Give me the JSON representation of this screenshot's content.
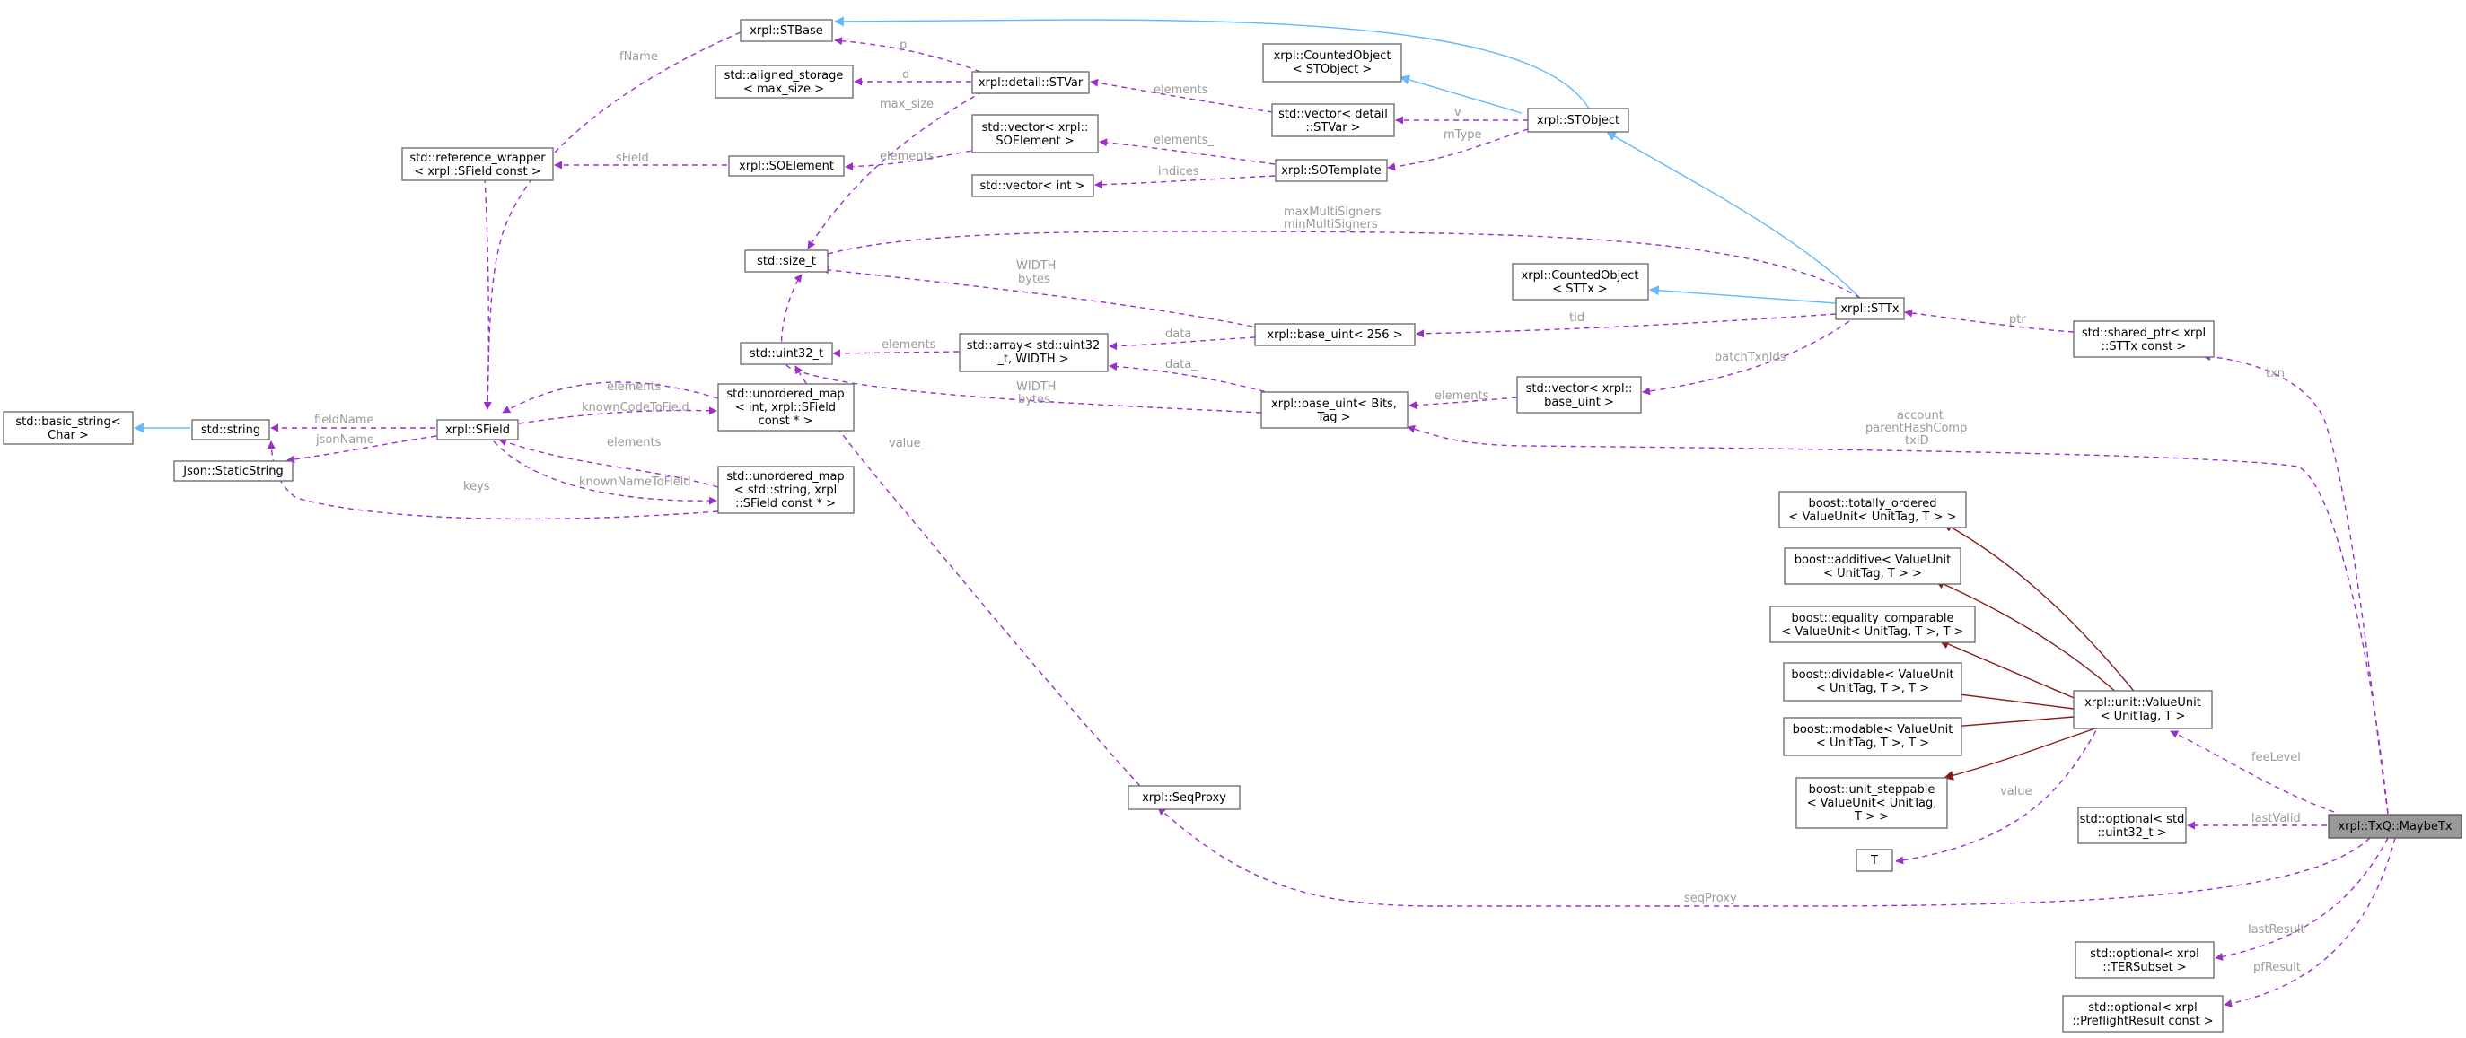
{
  "colors": {
    "usage": "#9a30cc",
    "public_inheritance": "#63b8ff",
    "crtp_inheritance": "#8b1a1a",
    "node_border": "#666666",
    "focus_fill": "#999999",
    "label": "#9a9a9a"
  },
  "nodes": {
    "basic_string": [
      "std::basic_string<",
      "Char >"
    ],
    "string": [
      "std::string"
    ],
    "json_static_string": [
      "Json::StaticString"
    ],
    "reference_wrapper": [
      "std::reference_wrapper",
      "< xrpl::SField const >"
    ],
    "sfield": [
      "xrpl::SField"
    ],
    "stbase": [
      "xrpl::STBase"
    ],
    "aligned_storage": [
      "std::aligned_storage",
      "< max_size >"
    ],
    "soelement": [
      "xrpl::SOElement"
    ],
    "size_t": [
      "std::size_t"
    ],
    "uint32_t": [
      "std::uint32_t"
    ],
    "umap_int": [
      "std::unordered_map",
      "< int, xrpl::SField",
      "const * >"
    ],
    "umap_string": [
      "std::unordered_map",
      "< std::string, xrpl",
      "::SField const * >"
    ],
    "stvar": [
      "xrpl::detail::STVar"
    ],
    "vector_soelement": [
      "std::vector< xrpl::",
      "SOElement >"
    ],
    "vector_int": [
      "std::vector< int >"
    ],
    "array_uint32": [
      "std::array< std::uint32",
      "_t, WIDTH >"
    ],
    "seqproxy": [
      "xrpl::SeqProxy"
    ],
    "counted_stobject": [
      "xrpl::CountedObject",
      "< STObject >"
    ],
    "vector_stvar": [
      "std::vector< detail",
      "::STVar >"
    ],
    "sotemplate": [
      "xrpl::SOTemplate"
    ],
    "base_uint_256": [
      "xrpl::base_uint< 256 >"
    ],
    "base_uint_bits": [
      "xrpl::base_uint< Bits,",
      "Tag >"
    ],
    "stobject": [
      "xrpl::STObject"
    ],
    "counted_sttx": [
      "xrpl::CountedObject",
      "< STTx >"
    ],
    "vector_base_uint": [
      "std::vector< xrpl::",
      "base_uint >"
    ],
    "sttx": [
      "xrpl::STTx"
    ],
    "shared_ptr_sttx": [
      "std::shared_ptr< xrpl",
      "::STTx const >"
    ],
    "totally_ordered": [
      "boost::totally_ordered",
      "< ValueUnit< UnitTag, T > >"
    ],
    "additive": [
      "boost::additive< ValueUnit",
      "< UnitTag, T > >"
    ],
    "equality_comparable": [
      "boost::equality_comparable",
      "< ValueUnit< UnitTag, T >, T >"
    ],
    "dividable": [
      "boost::dividable< ValueUnit",
      "< UnitTag, T >, T >"
    ],
    "modable": [
      "boost::modable< ValueUnit",
      "< UnitTag, T >, T >"
    ],
    "unit_steppable": [
      "boost::unit_steppable",
      "< ValueUnit< UnitTag,",
      "T > >"
    ],
    "t": [
      "T"
    ],
    "valueunit": [
      "xrpl::unit::ValueUnit",
      "< UnitTag, T >"
    ],
    "optional_uint32": [
      "std::optional< std",
      "::uint32_t >"
    ],
    "optional_tersubset": [
      "std::optional< xrpl",
      "::TERSubset >"
    ],
    "optional_preflight": [
      "std::optional< xrpl",
      "::PreflightResult const >"
    ],
    "maybetx": [
      "xrpl::TxQ::MaybeTx"
    ]
  },
  "edge_labels": {
    "fname": "fName",
    "fieldname": "fieldName",
    "jsonname": "jsonName",
    "sfield_ref": "sField",
    "keys": "keys",
    "elements_umap_int": "elements",
    "knowncodetofield": "knownCodeToField",
    "elements_umap_str": "elements",
    "knownnametofield": "knownNameToField",
    "p": "p",
    "d": "d",
    "max_size": "max_size",
    "elements_soelement": "elements",
    "elements_stvar": "elements",
    "v": "v",
    "mtype": "mType",
    "elements_vec_soelem": "elements_",
    "indices": "indices",
    "maxmultisigners": "maxMultiSigners",
    "minmultisigners": "minMultiSigners",
    "width_bytes_1": [
      "WIDTH",
      "bytes"
    ],
    "width_bytes_2": [
      "WIDTH",
      "bytes"
    ],
    "elements_uint32": "elements",
    "data_1": "data",
    "data_2": "data_",
    "tid": "tid",
    "batchtxnids": "batchTxnIds",
    "elements_base_uint": "elements",
    "ptr": "ptr",
    "txn": "txn",
    "account_group": [
      "account",
      "parentHashComp",
      "txID"
    ],
    "value_": "value_",
    "value": "value",
    "feelevel": "feeLevel",
    "lastvalid": "lastValid",
    "seqproxy": "seqProxy",
    "lastresult": "lastResult",
    "pfresult": "pfResult"
  }
}
